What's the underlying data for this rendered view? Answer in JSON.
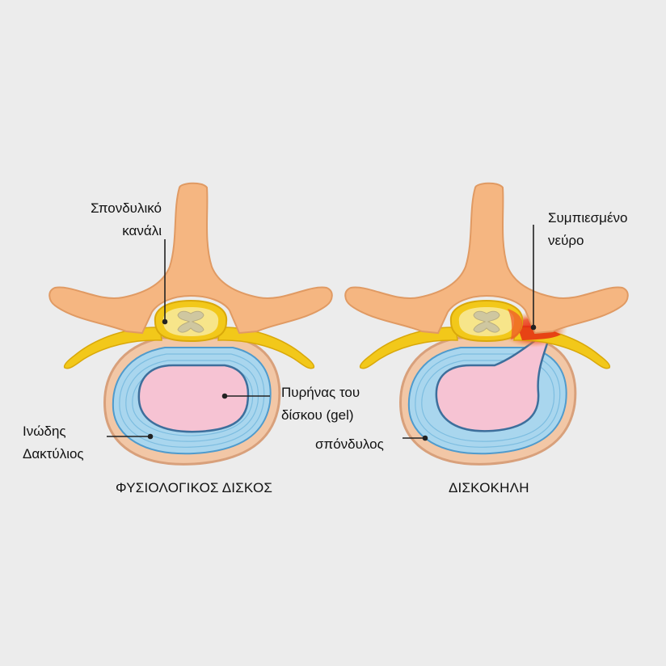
{
  "labels": {
    "spinal_canal": [
      "Σπονδυλικό",
      "κανάλι"
    ],
    "annulus": [
      "Ινώδης",
      "Δακτύλιος"
    ],
    "nucleus": [
      "Πυρήνας του",
      "δίσκου (gel)"
    ],
    "compressed_nerve": [
      "Συμπιεσμένο",
      "νεύρο"
    ],
    "vertebra": "σπόνδυλος"
  },
  "captions": {
    "normal": "ΦΥΣΙΟΛΟΓΙΚΟΣ ΔΙΣΚΟΣ",
    "herniation": "ΔΙΣΚΟΚΗΛΗ"
  },
  "colors": {
    "background": "#ececec",
    "bone": "#f5b681",
    "bone_outline": "#e09a63",
    "nerve": "#f2c81a",
    "disc_ring": "#a9d6ee",
    "disc_lines": "#6fb4dc",
    "nucleus": "#f6c3d3",
    "inflammation": "#e52b14",
    "vertebra_rim": "#dca582"
  }
}
